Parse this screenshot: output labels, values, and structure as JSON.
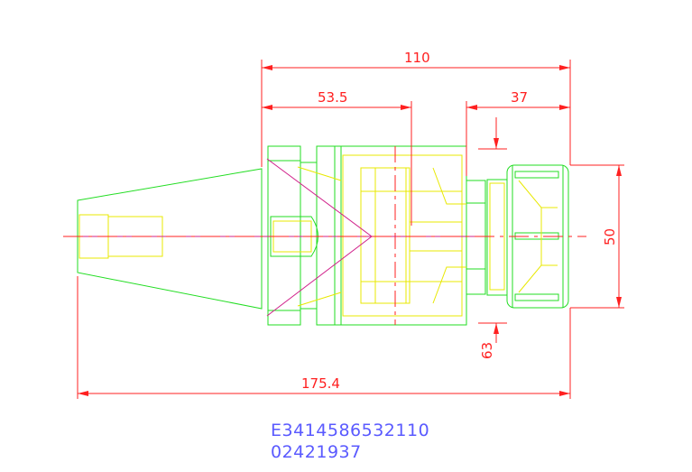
{
  "dimensions": {
    "overall_length": "175.4",
    "top_length": "110",
    "taper_length": "53.5",
    "nut_length": "37",
    "nut_diameter": "50",
    "clearance": "63"
  },
  "part_code": {
    "line1": "E3414586532110",
    "line2": "02421937"
  },
  "colors": {
    "outline": "#22dd22",
    "hidden": "#e8e800",
    "dimension": "#ff2020",
    "centerline_accent": "#d0208a",
    "code_text": "#5a5aff"
  }
}
